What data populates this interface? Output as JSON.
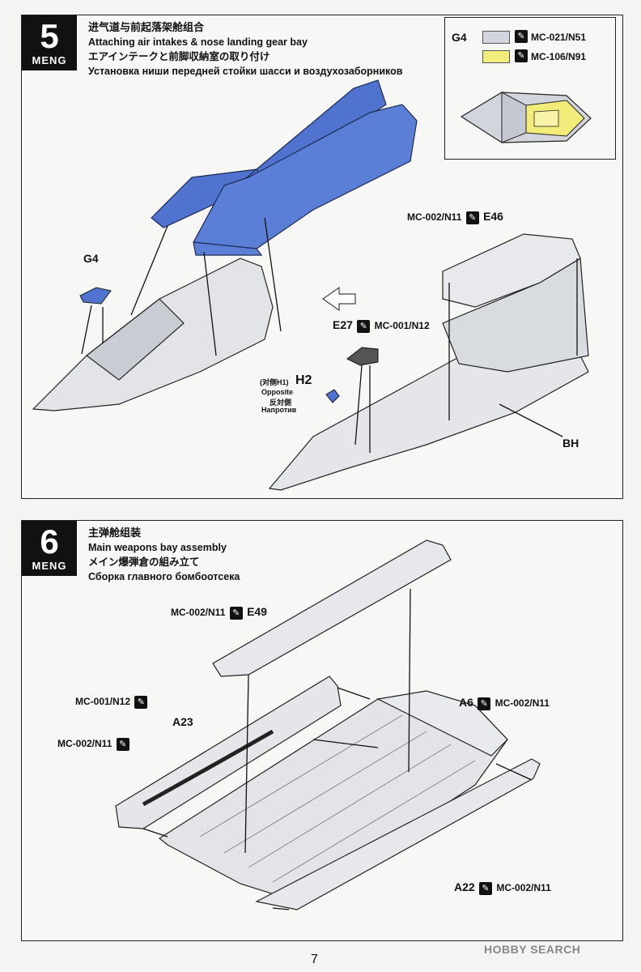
{
  "step5": {
    "number": "5",
    "brand": "MENG",
    "title_cn": "进气道与前起落架舱组合",
    "title_en": "Attaching air intakes & nose landing gear bay",
    "title_jp": "エアインテークと前脚収納室の取り付け",
    "title_ru": "Установка ниши передней стойки шасси и воздухозаборников",
    "legend": {
      "part": "G4",
      "colors": [
        {
          "code": "MC-021/N51",
          "swatch": "#d2d6dc"
        },
        {
          "code": "MC-106/N91",
          "swatch": "#f2ec7a"
        }
      ]
    },
    "labels": {
      "g4": "G4",
      "e46_code": "MC-002/N11",
      "e46": "E46",
      "e27": "E27",
      "e27_code": "MC-001/N12",
      "h2": "H2",
      "h2_cn": "(对侧H1)",
      "h2_en": "Opposite",
      "h2_jp": "反対側",
      "h2_ru": "Напротив",
      "bh": "BH"
    },
    "intake_color": "#4f73cf"
  },
  "step6": {
    "number": "6",
    "brand": "MENG",
    "title_cn": "主弹舱组装",
    "title_en": "Main weapons bay assembly",
    "title_jp": "メイン爆弾倉の組み立て",
    "title_ru": "Сборка главного бомбоотсека",
    "labels": {
      "e49_code": "MC-002/N11",
      "e49": "E49",
      "a23_code1": "MC-001/N12",
      "a23": "A23",
      "a23_code2": "MC-002/N11",
      "a6": "A6",
      "a6_code": "MC-002/N11",
      "a22": "A22",
      "a22_code": "MC-002/N11"
    }
  },
  "footer": {
    "page_number": "7",
    "watermark": "HOBBY SEARCH"
  }
}
